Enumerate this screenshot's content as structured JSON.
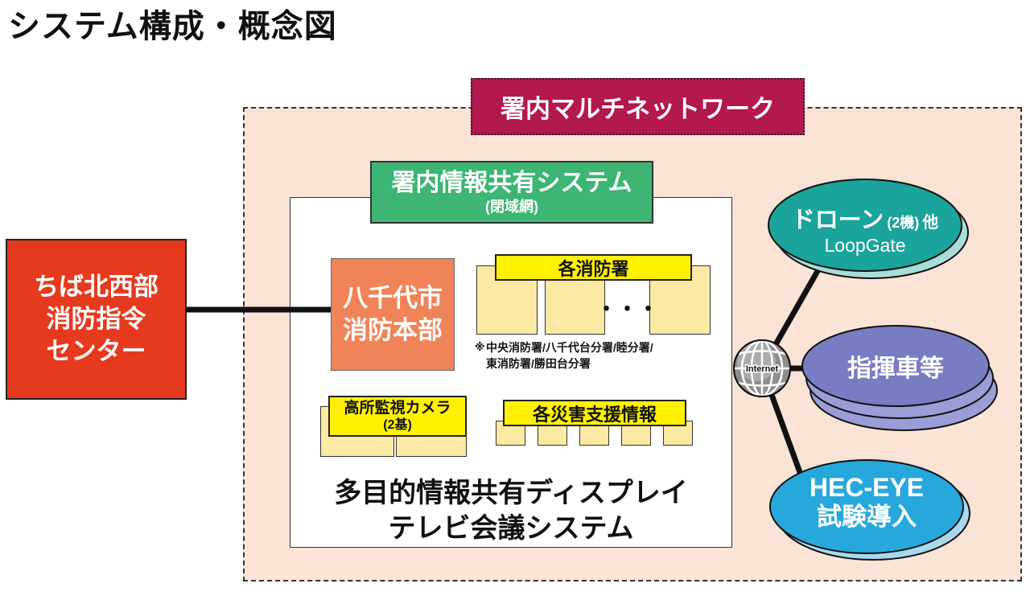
{
  "title": "システム構成・概念図",
  "network": {
    "label": "署内マルチネットワーク"
  },
  "command_center": {
    "lines": [
      "ちば北西部",
      "消防指令",
      "センター"
    ]
  },
  "info_system": {
    "title": "署内情報共有システム",
    "subtitle": "(閉域網)"
  },
  "headquarters": {
    "lines": [
      "八千代市",
      "消防本部"
    ]
  },
  "stations": {
    "label": "各消防署",
    "ellipsis": "・・・",
    "note_mark": "※",
    "note_lines": [
      "中央消防署/八千代台分署/睦分署/",
      "東消防署/勝田台分署"
    ]
  },
  "cameras": {
    "label": "高所監視カメラ",
    "count": "(2基)"
  },
  "disaster_info": {
    "label": "各災害支援情報"
  },
  "display": {
    "lines": [
      "多目的情報共有ディスプレイ",
      "テレビ会議システム"
    ]
  },
  "internet": {
    "label": "Internet",
    "icon": "globe-icon"
  },
  "drone": {
    "name": "ドローン",
    "count": "(2機)",
    "suffix": "他",
    "sub": "LoopGate"
  },
  "vehicles": {
    "label": "指揮車等"
  },
  "hec_eye": {
    "lines": [
      "HEC-EYE",
      "試験導入"
    ]
  },
  "colors": {
    "command_center": "#e63a1f",
    "network_label": "#b3184e",
    "network_area": "#fbe3d6",
    "info_system": "#3cb672",
    "headquarters": "#f08458",
    "label_yellow": "#fff100",
    "box_yellow": "#fce9a3",
    "drone": "#1aa49b",
    "drone_shadow": "#a9dcd7",
    "vehicles": "#777cc3",
    "vehicles_back": "#9a9dd6",
    "hec_eye": "#27a8dc",
    "hec_eye_shadow": "#a6d9ee"
  }
}
